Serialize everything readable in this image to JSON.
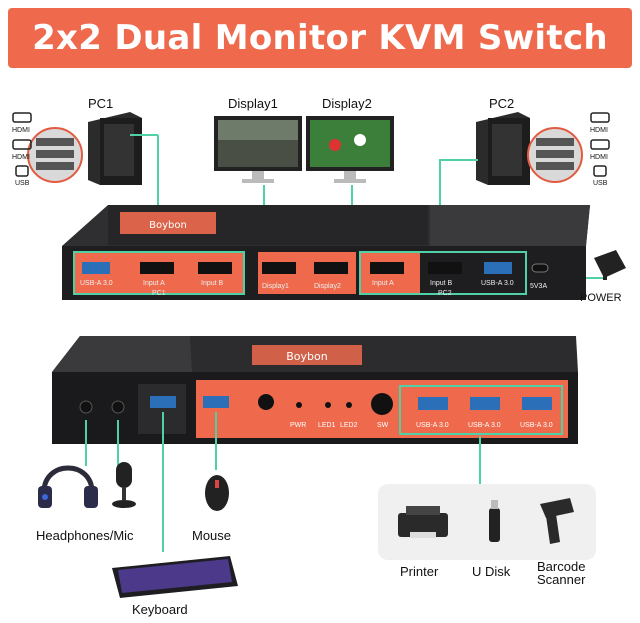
{
  "title": "2x2 Dual Monitor KVM Switch",
  "top_labels": {
    "pc1": "PC1",
    "display1": "Display1",
    "display2": "Display2",
    "pc2": "PC2",
    "power": "POWER"
  },
  "side_icons": {
    "hdmi": "HDMI",
    "usb": "USB"
  },
  "top_ports": {
    "usb_a_30": "USB-A 3.0",
    "input_a": "Input A",
    "input_b": "Input B",
    "display1": "Display1",
    "display2": "Display2",
    "pc1_input_a": "Input A",
    "pc2_input_b": "Input B",
    "pc2_usb": "USB-A 3.0",
    "power_port": "5V3A",
    "pc1_group": "PC1",
    "pc2_group": "PC2"
  },
  "front_ports": {
    "pwr": "PWR",
    "led1": "LED1",
    "led2": "LED2",
    "sw": "SW",
    "usb1": "USB-A 3.0",
    "usb2": "USB-A 3.0",
    "usb3": "USB-A 3.0"
  },
  "peripherals": {
    "headphones_mic": "Headphones/Mic",
    "mouse": "Mouse",
    "keyboard": "Keyboard",
    "printer": "Printer",
    "u_disk": "U Disk",
    "barcode_scanner": "Barcode\nScanner"
  },
  "colors": {
    "accent": "#ef6a4d",
    "highlight": "#4fd1a5",
    "device": "#2a2a2c",
    "panel": "#1c1c1e"
  }
}
